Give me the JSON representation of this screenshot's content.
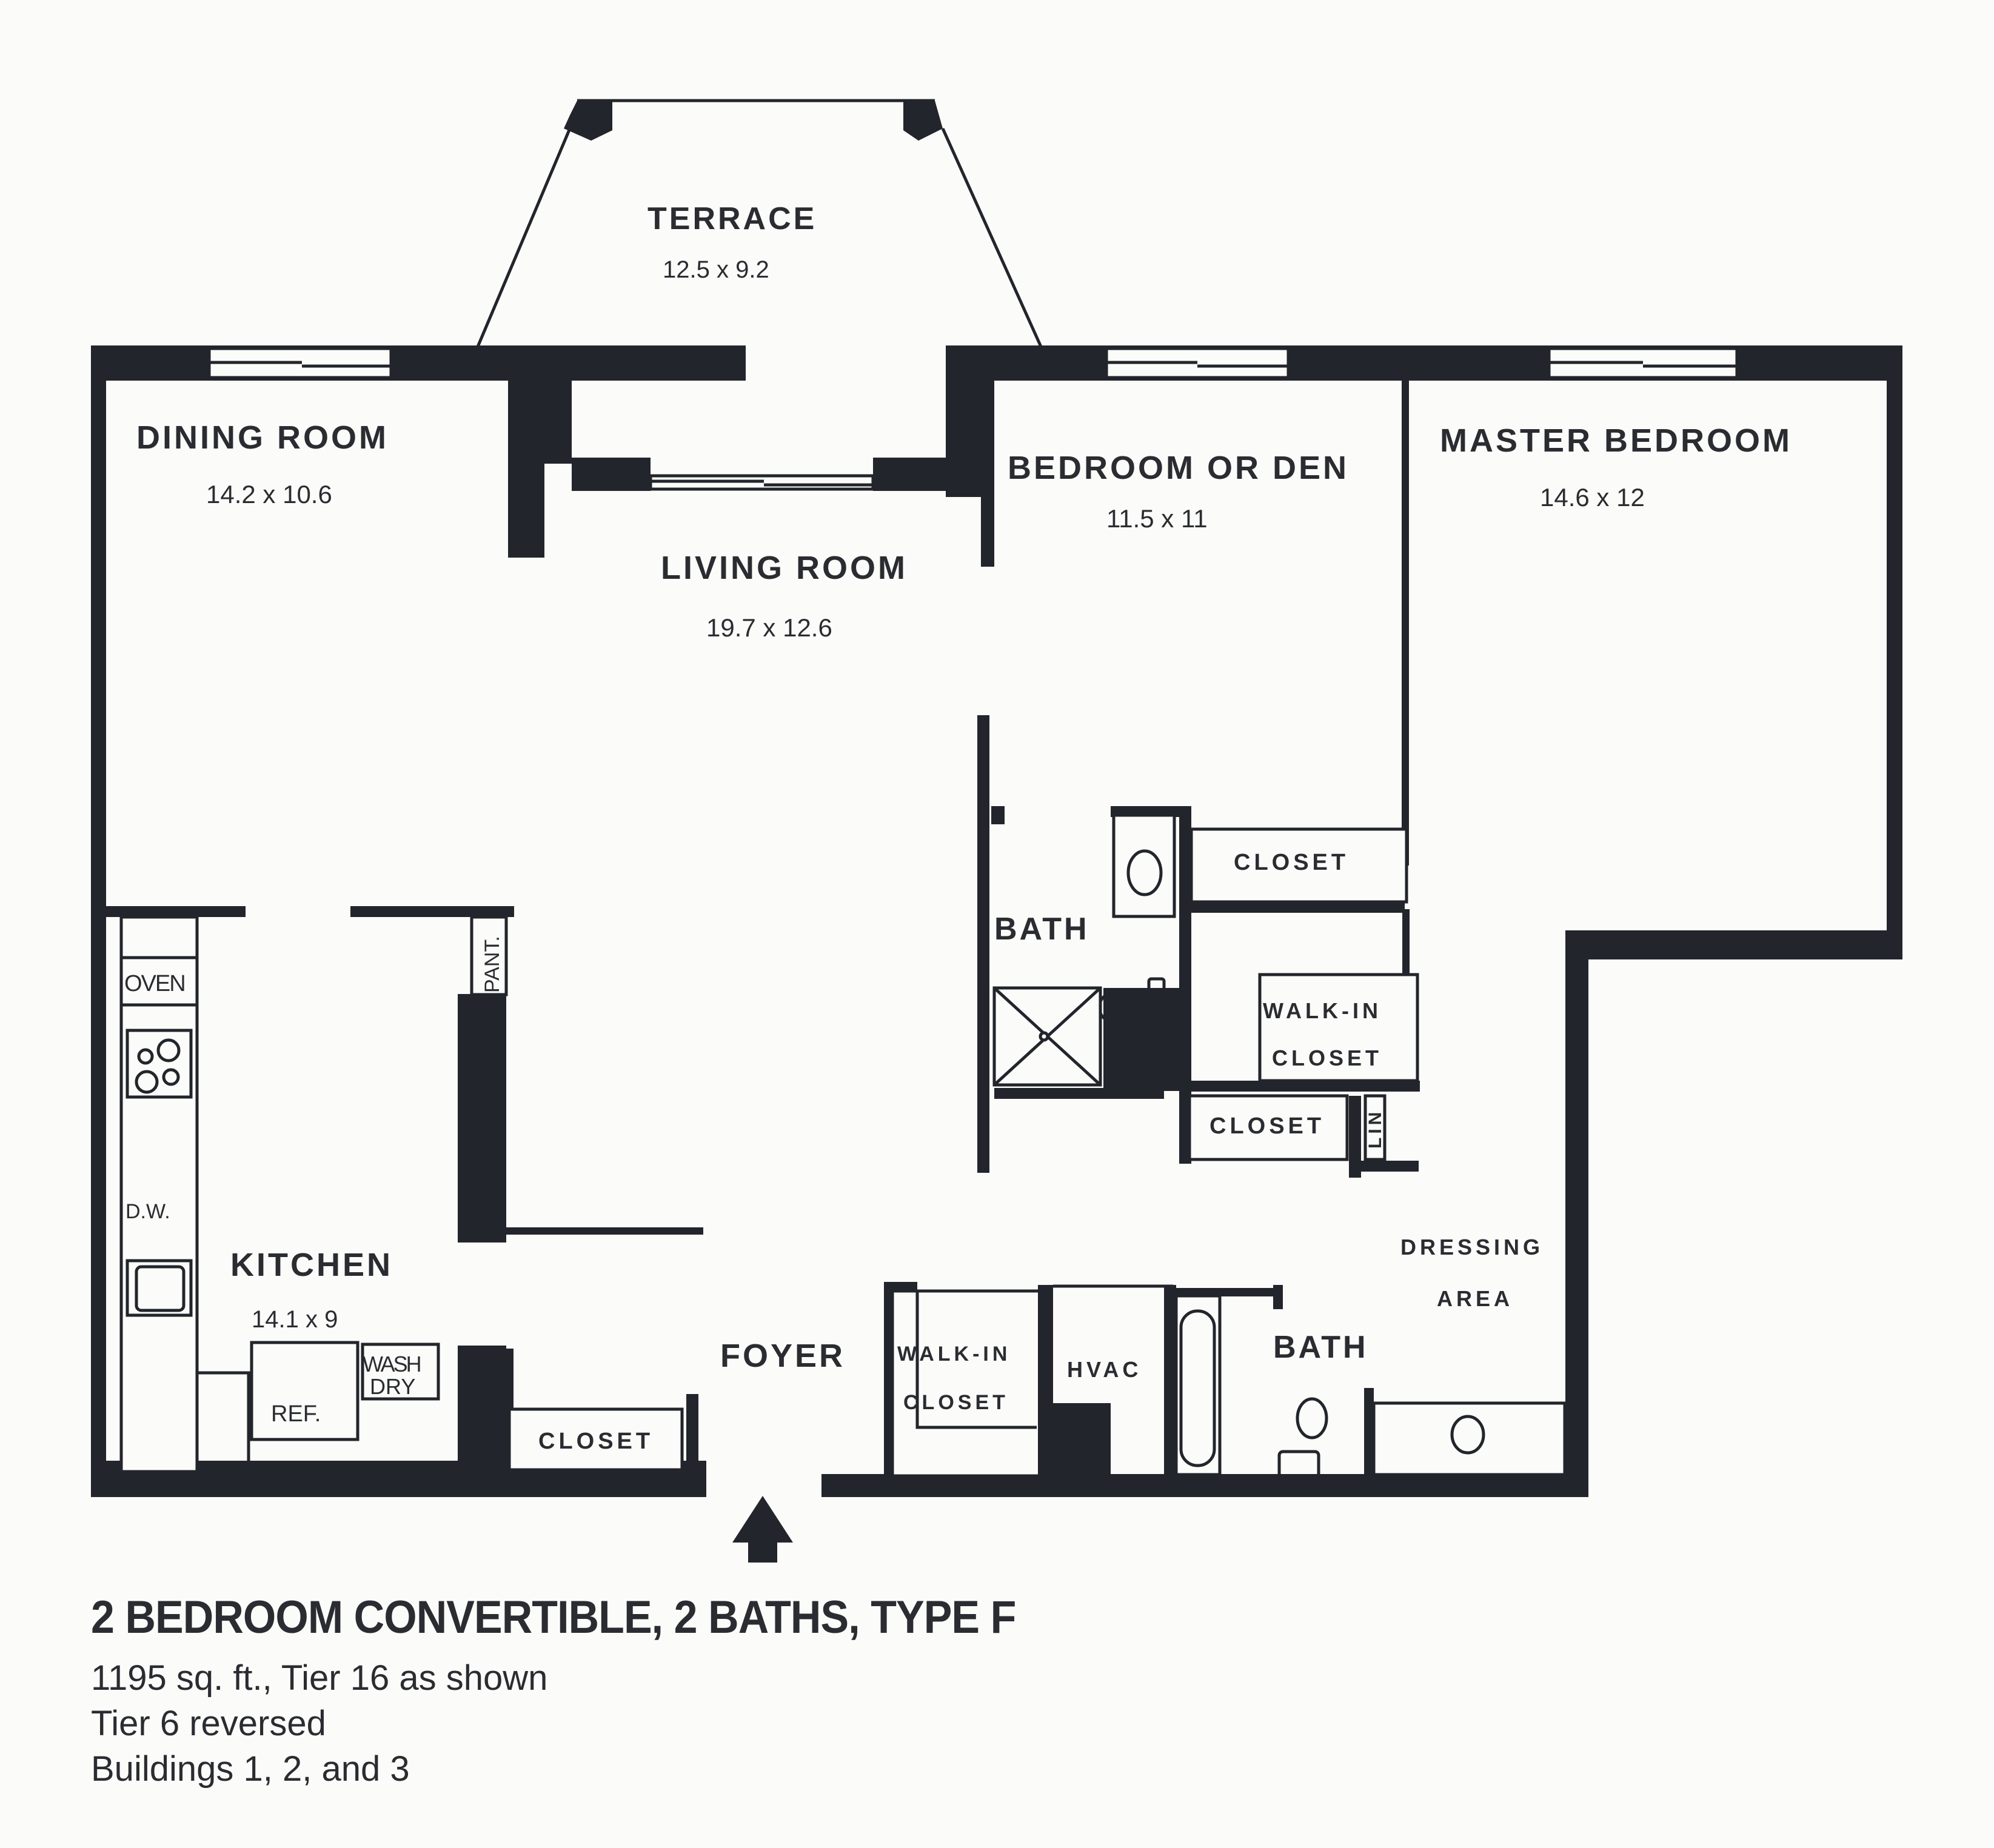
{
  "plan": {
    "title": "2 BEDROOM CONVERTIBLE, 2 BATHS, TYPE F",
    "details": [
      "1195 sq. ft., Tier 16 as shown",
      "Tier 6 reversed",
      "Buildings 1, 2, and 3"
    ]
  },
  "rooms": {
    "terrace": {
      "name": "TERRACE",
      "dims": "12.5 x 9.2"
    },
    "dining": {
      "name": "DINING ROOM",
      "dims": "14.2 x 10.6"
    },
    "living": {
      "name": "LIVING ROOM",
      "dims": "19.7 x 12.6"
    },
    "den": {
      "name": "BEDROOM OR DEN",
      "dims": "11.5 x 11"
    },
    "master": {
      "name": "MASTER BEDROOM",
      "dims": "14.6 x 12"
    },
    "kitchen": {
      "name": "KITCHEN",
      "dims": "14.1 x 9"
    },
    "foyer": {
      "name": "FOYER"
    },
    "bath1": {
      "name": "BATH"
    },
    "bath2": {
      "name": "BATH"
    },
    "dressing": {
      "line1": "DRESSING",
      "line2": "AREA"
    }
  },
  "fixtures": {
    "oven": "OVEN",
    "dw": "D.W.",
    "ref": "REF.",
    "wash": "WASH",
    "dry": "DRY",
    "pantry": "PANT.",
    "closet_den": "CLOSET",
    "walkin_master_1": "WALK-IN",
    "walkin_master_2": "CLOSET",
    "closet_hall": "CLOSET",
    "linen": "LIN",
    "closet_foyer": "CLOSET",
    "walkin_foyer_1": "WALK-IN",
    "walkin_foyer_2": "CLOSET",
    "hvac": "HVAC"
  },
  "icons": {
    "entry": "entry-arrow-icon"
  }
}
